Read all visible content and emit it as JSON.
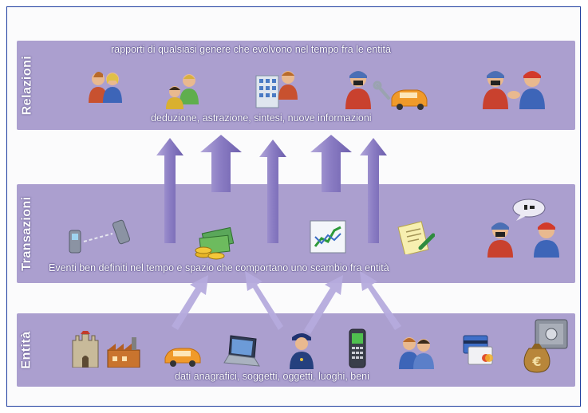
{
  "bands": {
    "relazioni": {
      "label": "Relazioni",
      "caption_top": "rapporti di qualsiasi genere che evolvono nel tempo fra le entità",
      "caption_bottom": "deduzione, astrazione, sintesi, nuove informazioni"
    },
    "transazioni": {
      "label": "Transazioni",
      "caption": "Eventi ben definiti nel tempo e spazio che comportano uno scambio fra entità"
    },
    "entita": {
      "label": "Entità",
      "caption": "dati anagrafici, soggetti, oggetti, luoghi, beni"
    }
  },
  "icons": {
    "relazioni": [
      "couple-icon",
      "family-icon",
      "office-building-icon",
      "mechanic-tools-car-icon",
      "handshake-icon"
    ],
    "transazioni": [
      "phone-call-icon",
      "money-icon",
      "stock-chart-icon",
      "contract-icon",
      "chat-people-icon"
    ],
    "entita": [
      "castle-icon",
      "factory-icon",
      "car-icon",
      "laptop-icon",
      "police-officer-icon",
      "mobile-phone-icon",
      "people-icon",
      "credit-cards-icon",
      "money-bag-safe-icon"
    ]
  },
  "colors": {
    "band": "#ab9fcf",
    "arrow": "#8d7ec3",
    "frame": "#1f3fa0"
  }
}
